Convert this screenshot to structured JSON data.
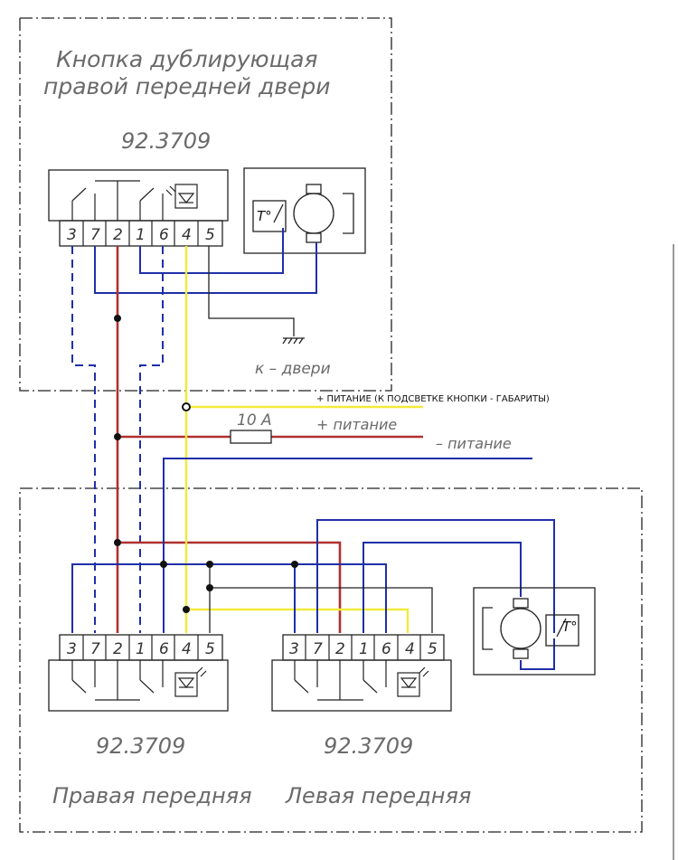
{
  "top_module": {
    "title_line1": "Кнопка дублирующая",
    "title_line2": "правой передней двери",
    "model": "92.3709",
    "pins": [
      "3",
      "7",
      "2",
      "1",
      "6",
      "4",
      "5"
    ],
    "ground_label": "к – двери"
  },
  "supply": {
    "yellow_label": "+ ПИТАНИЕ (К ПОДСВЕТКЕ КНОПКИ - ГАБАРИТЫ)",
    "fuse_label": "10 А",
    "red_label": "+ питание",
    "blue_label": "– питание"
  },
  "bottom_right_module": {
    "model": "92.3709",
    "name": "Правая передняя",
    "pins": [
      "3",
      "7",
      "2",
      "1",
      "6",
      "4",
      "5"
    ]
  },
  "bottom_left_module": {
    "model": "92.3709",
    "name": "Левая передняя",
    "pins": [
      "3",
      "7",
      "2",
      "1",
      "6",
      "4",
      "5"
    ]
  },
  "motor_symbol": "T°",
  "colors": {
    "red_wire": "#b03030",
    "blue_wire": "#1f2fa8",
    "yellow_wire": "#f2ea3a",
    "dark_wire": "#222222"
  }
}
